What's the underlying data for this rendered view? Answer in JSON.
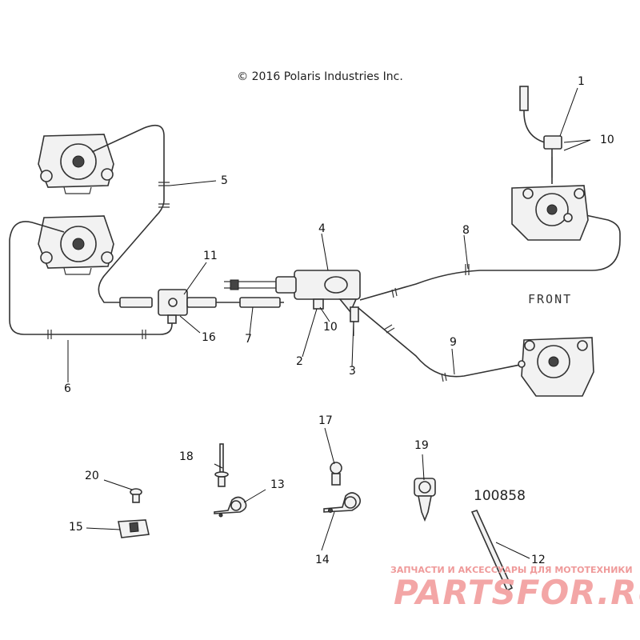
{
  "copyright": "© 2016 Polaris Industries Inc.",
  "front_label": "FRONT",
  "figure_id": "100858",
  "callouts": {
    "c1": "1",
    "c2": "2",
    "c3": "3",
    "c4": "4",
    "c5": "5",
    "c6": "6",
    "c7": "7",
    "c8": "8",
    "c9": "9",
    "c10a": "10",
    "c10b": "10",
    "c11": "11",
    "c12": "12",
    "c13": "13",
    "c14": "14",
    "c15": "15",
    "c16": "16",
    "c17": "17",
    "c18": "18",
    "c19": "19",
    "c20": "20"
  },
  "watermark": {
    "tagline": "ЗАПЧАСТИ И АКСЕССУАРЫ ДЛЯ МОТОТЕХНИКИ",
    "logo": "PARTSFOR.RU"
  }
}
